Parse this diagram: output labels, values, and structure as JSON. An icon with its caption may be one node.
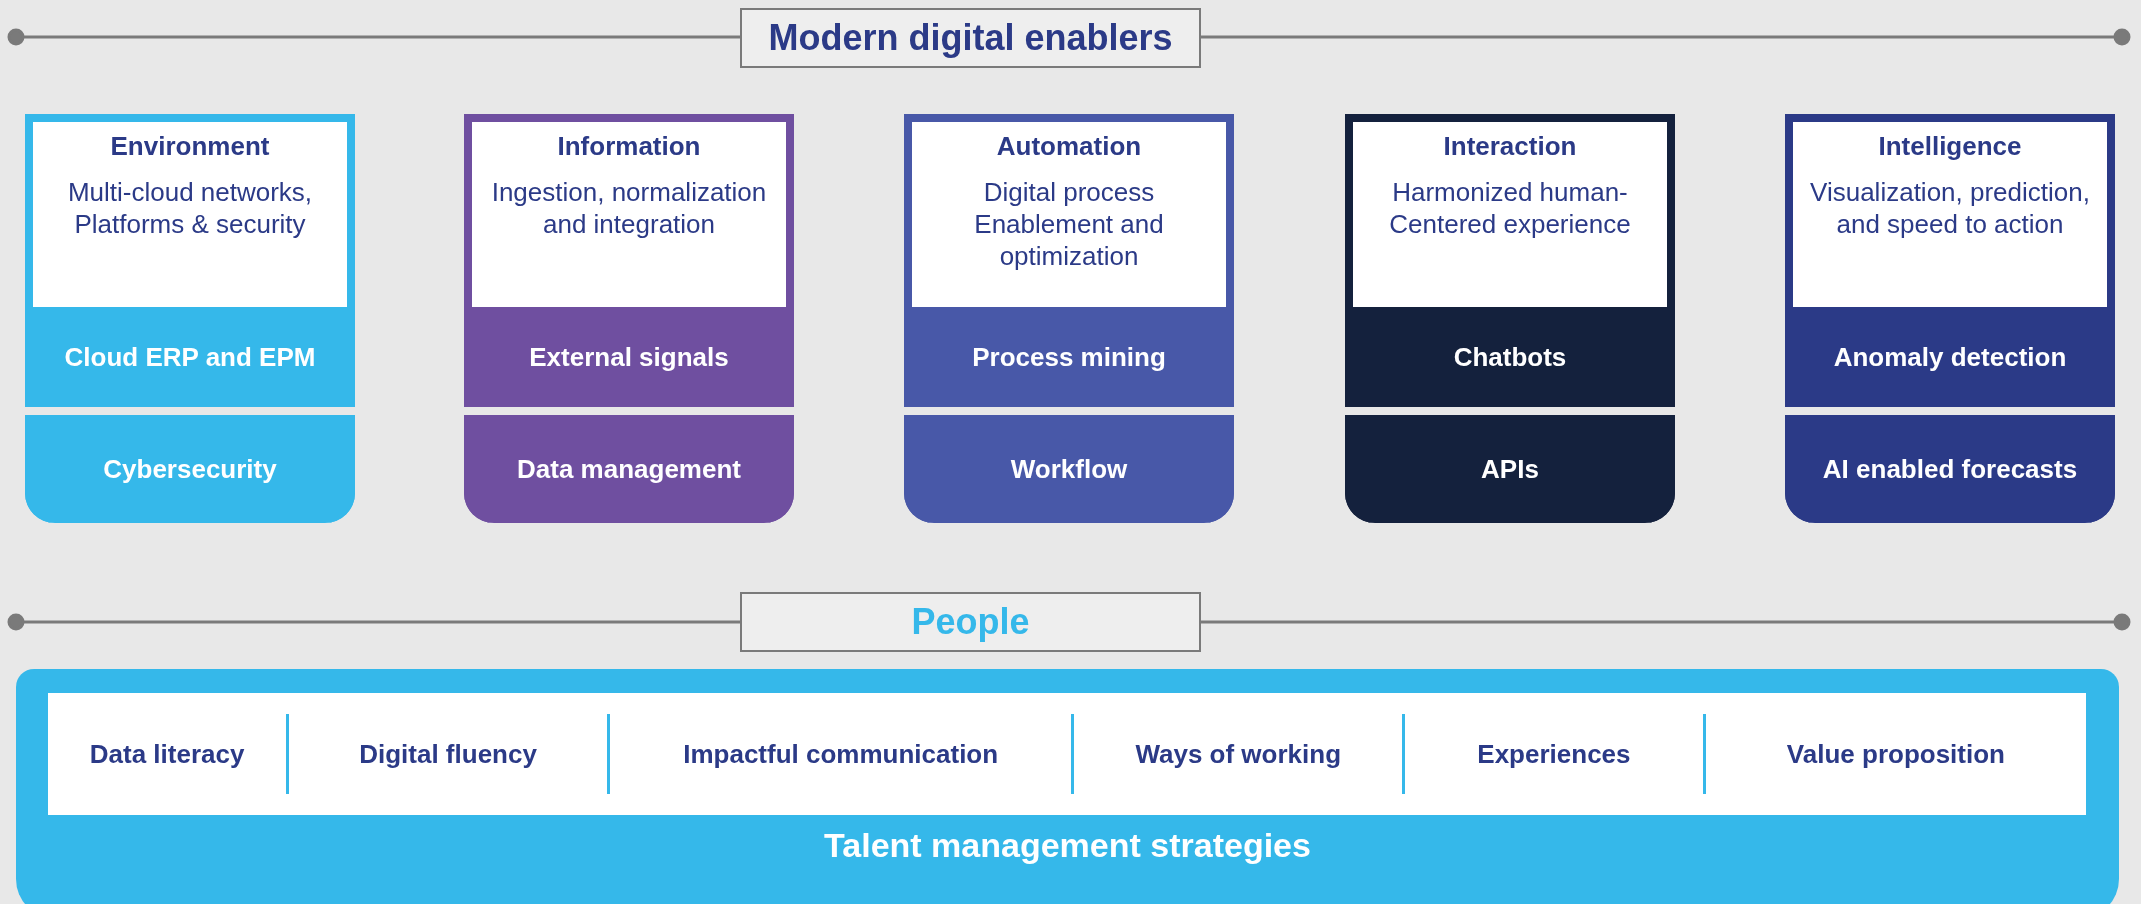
{
  "diagram": {
    "nodes": [
      {
        "text": [
          "Modern digital enablers"
        ]
      },
      {
        "text": [
          "Environment",
          "Multi-cloud networks, Platforms & security"
        ]
      },
      {
        "text": [
          "Cloud ERP and EPM"
        ],
        "in": 1
      },
      {
        "text": [
          "Cybersecurity"
        ],
        "in": 1
      },
      {
        "text": [
          "Information",
          "Ingestion, normalization and integration"
        ]
      },
      {
        "text": [
          "External signals"
        ],
        "in": 4
      },
      {
        "text": [
          "Data management"
        ],
        "in": 4
      },
      {
        "text": [
          "Automation",
          "Digital process Enablement and optimization"
        ]
      },
      {
        "text": [
          "Process mining"
        ],
        "in": 7
      },
      {
        "text": [
          "Workflow"
        ],
        "in": 7
      },
      {
        "text": [
          "Interaction",
          "Harmonized human-Centered experience"
        ]
      },
      {
        "text": [
          "Chatbots"
        ],
        "in": 10
      },
      {
        "text": [
          "APIs"
        ],
        "in": 10
      },
      {
        "text": [
          "Intelligence",
          "Visualization, prediction, and speed to action"
        ]
      },
      {
        "text": [
          "Anomaly detection"
        ],
        "in": 13
      },
      {
        "text": [
          "AI enabled forecasts"
        ],
        "in": 13
      },
      {
        "text": [
          "People"
        ]
      },
      {
        "text": [
          "Talent management strategies"
        ]
      },
      {
        "text": [
          "Data literacy"
        ],
        "in": 17
      },
      {
        "text": [
          "Digital fluency"
        ],
        "in": 17
      },
      {
        "text": [
          "Impactful communication"
        ],
        "in": 17
      },
      {
        "text": [
          "Ways of working"
        ],
        "in": 17
      },
      {
        "text": [
          "Experiences"
        ],
        "in": 17
      },
      {
        "text": [
          "Value proposition"
        ],
        "in": 17
      }
    ]
  }
}
